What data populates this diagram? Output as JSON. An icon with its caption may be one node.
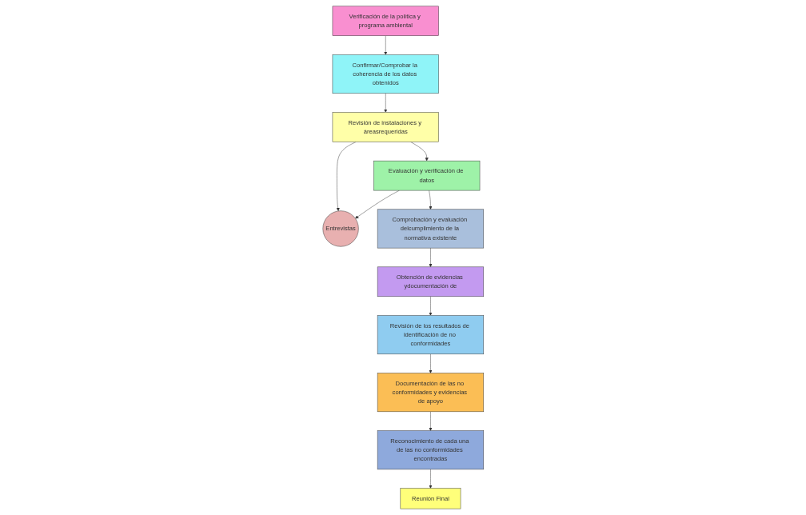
{
  "diagram": {
    "nodes": [
      {
        "text": [
          "Verificación de la política y programa ambiental"
        ]
      },
      {
        "text": [
          "Confirmar/Comprobar la coherencia de los datos obtenidos"
        ]
      },
      {
        "text": [
          "Revisión de instalaciones y áreasrequeridas"
        ]
      },
      {
        "text": [
          "Evaluación y verificación de datos"
        ]
      },
      {
        "text": [
          "Comprobación y evaluación delcumplimiento de la normativa existente"
        ]
      },
      {
        "text": [
          "Entrevistas"
        ]
      },
      {
        "text": [
          "Obtención de evidencias ydocumentación de"
        ]
      },
      {
        "text": [
          "Revisión de los resultados de identificación de no conformidades"
        ]
      },
      {
        "text": [
          "Documentación de las no conformidades y evidencias de apoyo"
        ]
      },
      {
        "text": [
          "Reconocimiento de cada una de las no conformidades encontradas"
        ]
      },
      {
        "text": [
          "Reunión Final"
        ]
      }
    ],
    "edges": [
      {
        "from": 0,
        "to": 1,
        "arrow": "to"
      },
      {
        "from": 1,
        "to": 2,
        "arrow": "to"
      },
      {
        "from": 2,
        "to": 5,
        "arrow": "to"
      },
      {
        "from": 2,
        "to": 3,
        "arrow": "to"
      },
      {
        "from": 3,
        "to": 5,
        "arrow": "to"
      },
      {
        "from": 3,
        "to": 4,
        "arrow": "to"
      },
      {
        "from": 4,
        "to": 6,
        "arrow": "to"
      },
      {
        "from": 6,
        "to": 7,
        "arrow": "to"
      },
      {
        "from": 7,
        "to": 8,
        "arrow": "to"
      },
      {
        "from": 8,
        "to": 9,
        "arrow": "to"
      },
      {
        "from": 9,
        "to": 10,
        "arrow": "to"
      }
    ]
  }
}
